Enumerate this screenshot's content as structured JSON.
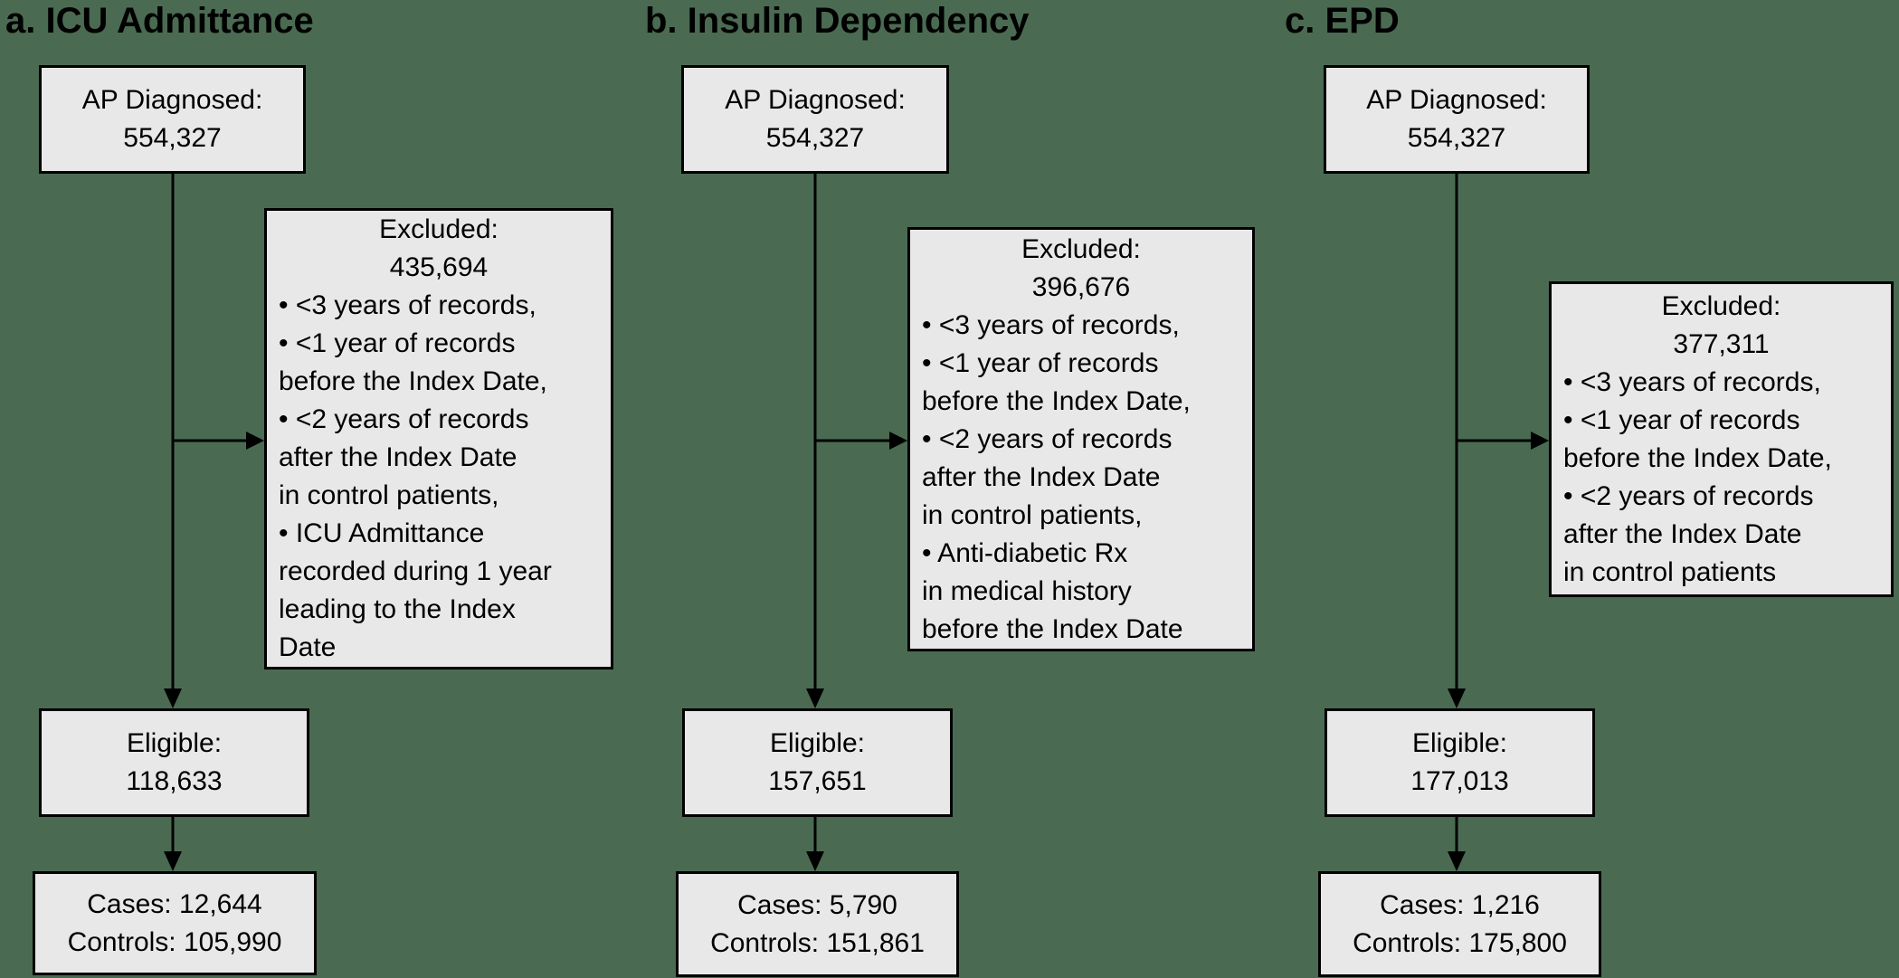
{
  "colors": {
    "background": "#4A6B52",
    "box_fill": "#E8E8E8",
    "box_border": "#000000",
    "text": "#000000"
  },
  "panels": [
    {
      "title": "a. ICU Admittance",
      "ap_box": [
        "AP Diagnosed:",
        "554,327"
      ],
      "excluded_box": {
        "head": [
          "Excluded:",
          "435,694"
        ],
        "bullets": [
          "• <3 years of records,",
          "• <1 year of records",
          "before the Index Date,",
          "• <2 years of records",
          "after the Index Date",
          "in control patients,",
          "• ICU Admittance",
          "recorded during 1 year",
          "leading to the Index",
          "Date"
        ]
      },
      "eligible_box": [
        "Eligible:",
        "118,633"
      ],
      "cases_box": [
        "Cases: 12,644",
        "Controls: 105,990"
      ]
    },
    {
      "title": "b. Insulin Dependency",
      "ap_box": [
        "AP Diagnosed:",
        "554,327"
      ],
      "excluded_box": {
        "head": [
          "Excluded:",
          "396,676"
        ],
        "bullets": [
          "• <3 years of records,",
          "• <1 year of records",
          "before the Index Date,",
          "• <2 years of records",
          "after the Index Date",
          "in control patients,",
          "• Anti-diabetic Rx",
          "in medical history",
          "before the Index Date"
        ]
      },
      "eligible_box": [
        "Eligible:",
        "157,651"
      ],
      "cases_box": [
        "Cases: 5,790",
        "Controls: 151,861"
      ]
    },
    {
      "title": "c. EPD",
      "ap_box": [
        "AP Diagnosed:",
        "554,327"
      ],
      "excluded_box": {
        "head": [
          "Excluded:",
          "377,311"
        ],
        "bullets": [
          "• <3 years of records,",
          "• <1 year of records",
          "before the Index Date,",
          "• <2 years of records",
          "after the Index Date",
          "in control patients"
        ]
      },
      "eligible_box": [
        "Eligible:",
        "177,013"
      ],
      "cases_box": [
        "Cases: 1,216",
        "Controls: 175,800"
      ]
    }
  ]
}
